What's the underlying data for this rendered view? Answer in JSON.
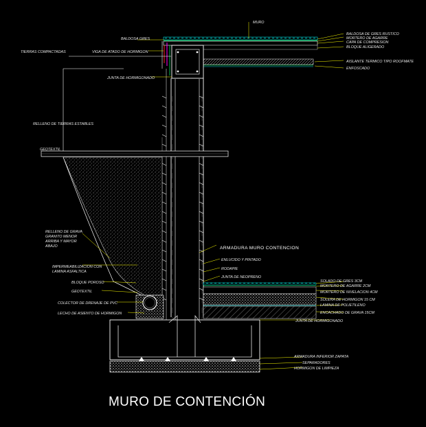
{
  "title": "MURO DE CONTENCIÓN",
  "labels": {
    "muro": "MURO",
    "baldosa_gres": "BALDOSA GRES",
    "baldosa_gres_rustico": "BALDOSA DE GRES RUSTICO",
    "mortero_agarre": "MORTERO DE AGARRE",
    "capa_compresion": "CAPA DE COMPRESION",
    "bloque_aligerado": "BLOQUE ALIGERADO",
    "tierras_compactadas": "TIERRAS COMPACTADAS",
    "viga_atado": "VIGA DE ATADO DE HORMIGON",
    "aislante_termico": "AISLANTE TERMICO TIPO ROOFMATE",
    "enlucido": "ENFOSCADO",
    "junta_hormigonado_top": "JUNTA DE HORMIGONADO",
    "relleno_tierras": "RELLENO DE TIERRAS ESTABLES",
    "geotextil_top": "GEOTEXTIL",
    "relleno_grava": "RELLENO DE GRAVA",
    "grava_line2": "GRANITO MENOR",
    "grava_line3": "ARRIBA Y MAYOR",
    "grava_line4": "ABAJO",
    "armadura_muro": "ARMADURA MURO CONTENCION",
    "impermeabilizacion": "IMPERMEABILIZACION CON",
    "impermeabilizacion2": "LAMINA ASFALTICA",
    "bloque_poroso": "BLOQUE POROSO",
    "geotextil_low": "GEOTEXTIL",
    "enlucido_yeso": "ENLUCIDO Y PINTADO",
    "rodapie": "RODAPIE",
    "junta_neopreno": "JUNTA DE NEOPRENO",
    "solado_gres": "SOLADO DE GRES 3CM",
    "mortero_agarre2": "MORTERO DE AGARRE 2CM",
    "mortero_nivelacion": "MORTERO DE NIVELACION 4CM",
    "solera_hormigon": "SOLERA DE HORMIGON 15 CM",
    "lamina_polietileno": "LAMINA DE POLIETILENO",
    "encachado_grava": "ENCACHADO DE GRAVA 15CM",
    "colector": "COLECTOR DE DRENAJE DE PVC",
    "lecho_asiento": "LECHO DE ASIENTO DE HORMIGON",
    "junta_hormigonado_low": "JUNTA DE HORMIGONADO",
    "armadura_zapata": "ARMADURA INFERIOR ZAPATA",
    "separadores": "SEPARADORES",
    "hormigon_limpieza": "HORMIGON DE LIMPIEZA"
  },
  "colors": {
    "background": "#000000",
    "lines": "#ffffff",
    "leaders": "#ffff00",
    "accent_cyan": "#00ffff",
    "accent_green": "#00ff66",
    "accent_magenta": "#ff00ff",
    "accent_red": "#ff2222"
  }
}
